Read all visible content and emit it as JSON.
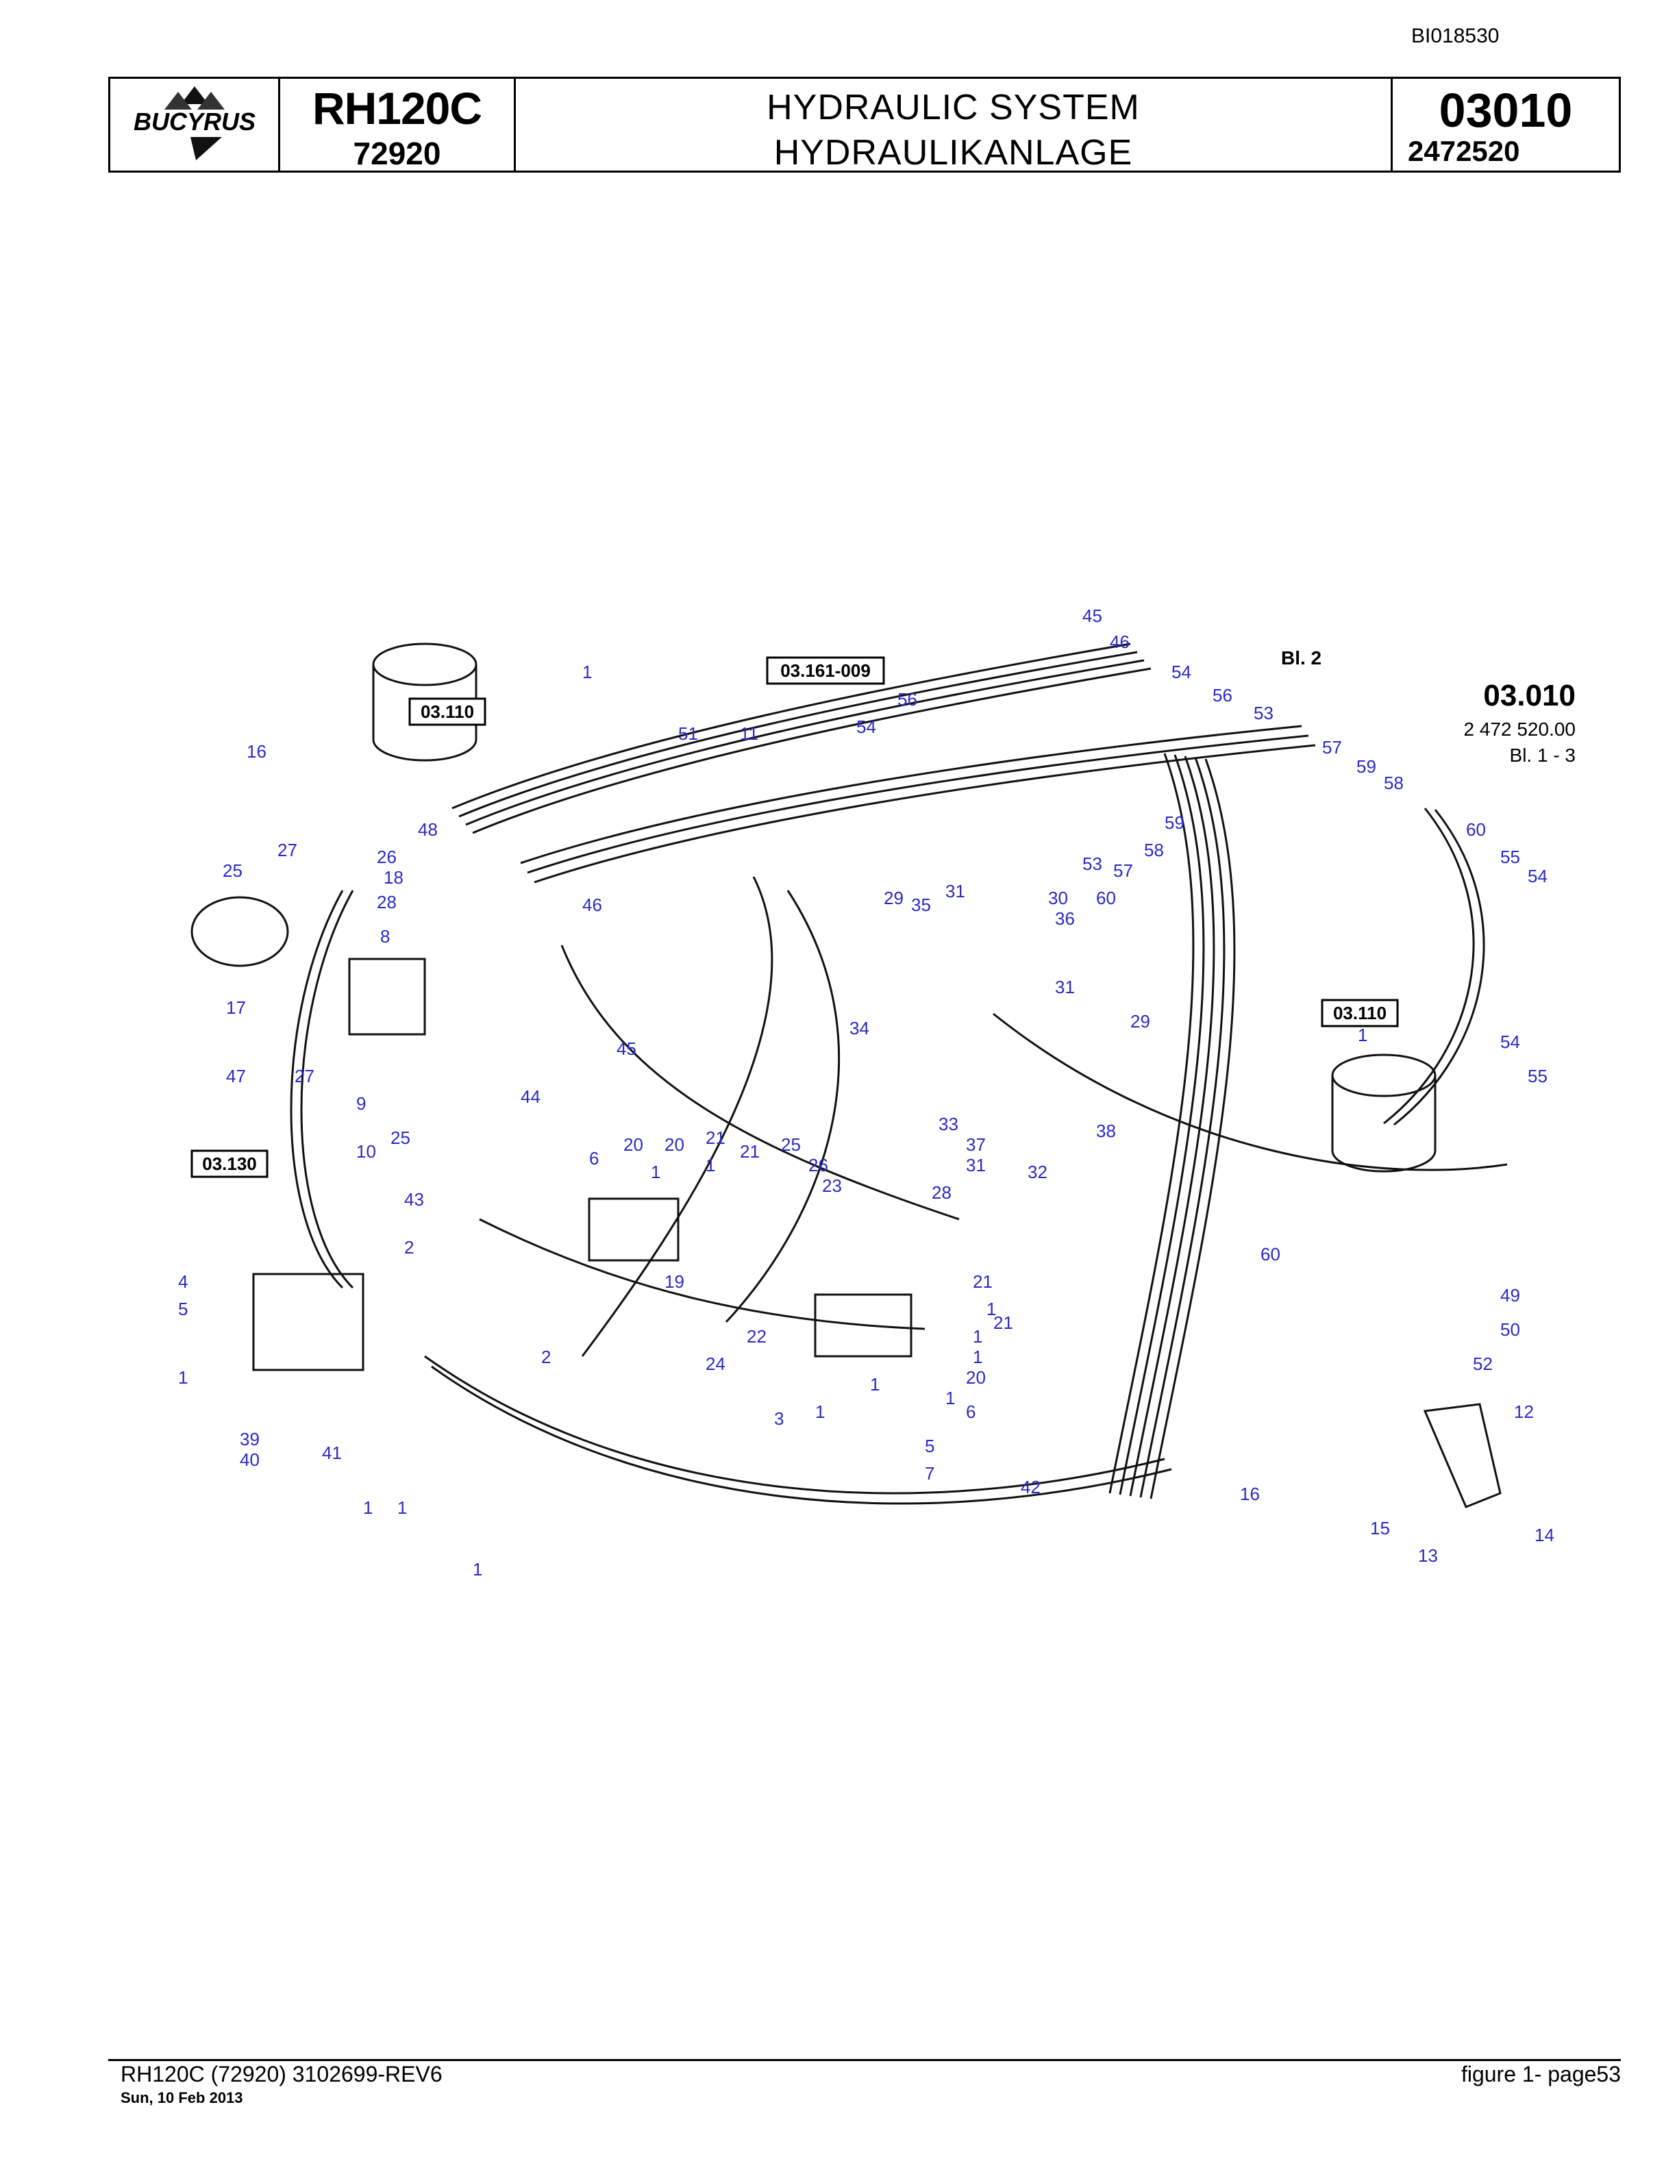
{
  "document_id": "BI018530",
  "header": {
    "brand": "BUCYRUS",
    "model": "RH120C",
    "serial": "72920",
    "title_en": "HYDRAULIC SYSTEM",
    "title_de": "HYDRAULIKANLAGE",
    "group_code": "03010",
    "part_number": "2472520"
  },
  "drawing": {
    "sheet_ref": "Bl. 2",
    "group_label": "03.010",
    "group_number": "2 472 520.00",
    "sheet_range": "Bl. 1 - 3",
    "ref_boxes": [
      "03.110",
      "03.161-009",
      "03.130",
      "03.110"
    ],
    "callouts": [
      "45",
      "46",
      "54",
      "56",
      "53",
      "57",
      "59",
      "58",
      "60",
      "55",
      "54",
      "1",
      "11",
      "51",
      "56",
      "54",
      "16",
      "48",
      "27",
      "25",
      "26",
      "18",
      "28",
      "8",
      "46",
      "17",
      "47",
      "27",
      "9",
      "10",
      "25",
      "45",
      "44",
      "43",
      "29",
      "35",
      "31",
      "30",
      "36",
      "60",
      "53",
      "57",
      "58",
      "59",
      "31",
      "29",
      "34",
      "33",
      "37",
      "31",
      "28",
      "38",
      "32",
      "54",
      "55",
      "1",
      "49",
      "50",
      "52",
      "20",
      "20",
      "21",
      "21",
      "25",
      "26",
      "23",
      "6",
      "1",
      "1",
      "19",
      "2",
      "2",
      "4",
      "5",
      "1",
      "39",
      "40",
      "41",
      "1",
      "3",
      "1",
      "24",
      "22",
      "21",
      "21",
      "1",
      "1",
      "20",
      "1",
      "6",
      "5",
      "7",
      "42",
      "16",
      "12",
      "15",
      "14",
      "13",
      "60",
      "1",
      "1",
      "1",
      "1"
    ]
  },
  "footer": {
    "left": "RH120C (72920) 3102699-REV6",
    "date": "Sun, 10 Feb 2013",
    "right": "figure  1- page53"
  }
}
